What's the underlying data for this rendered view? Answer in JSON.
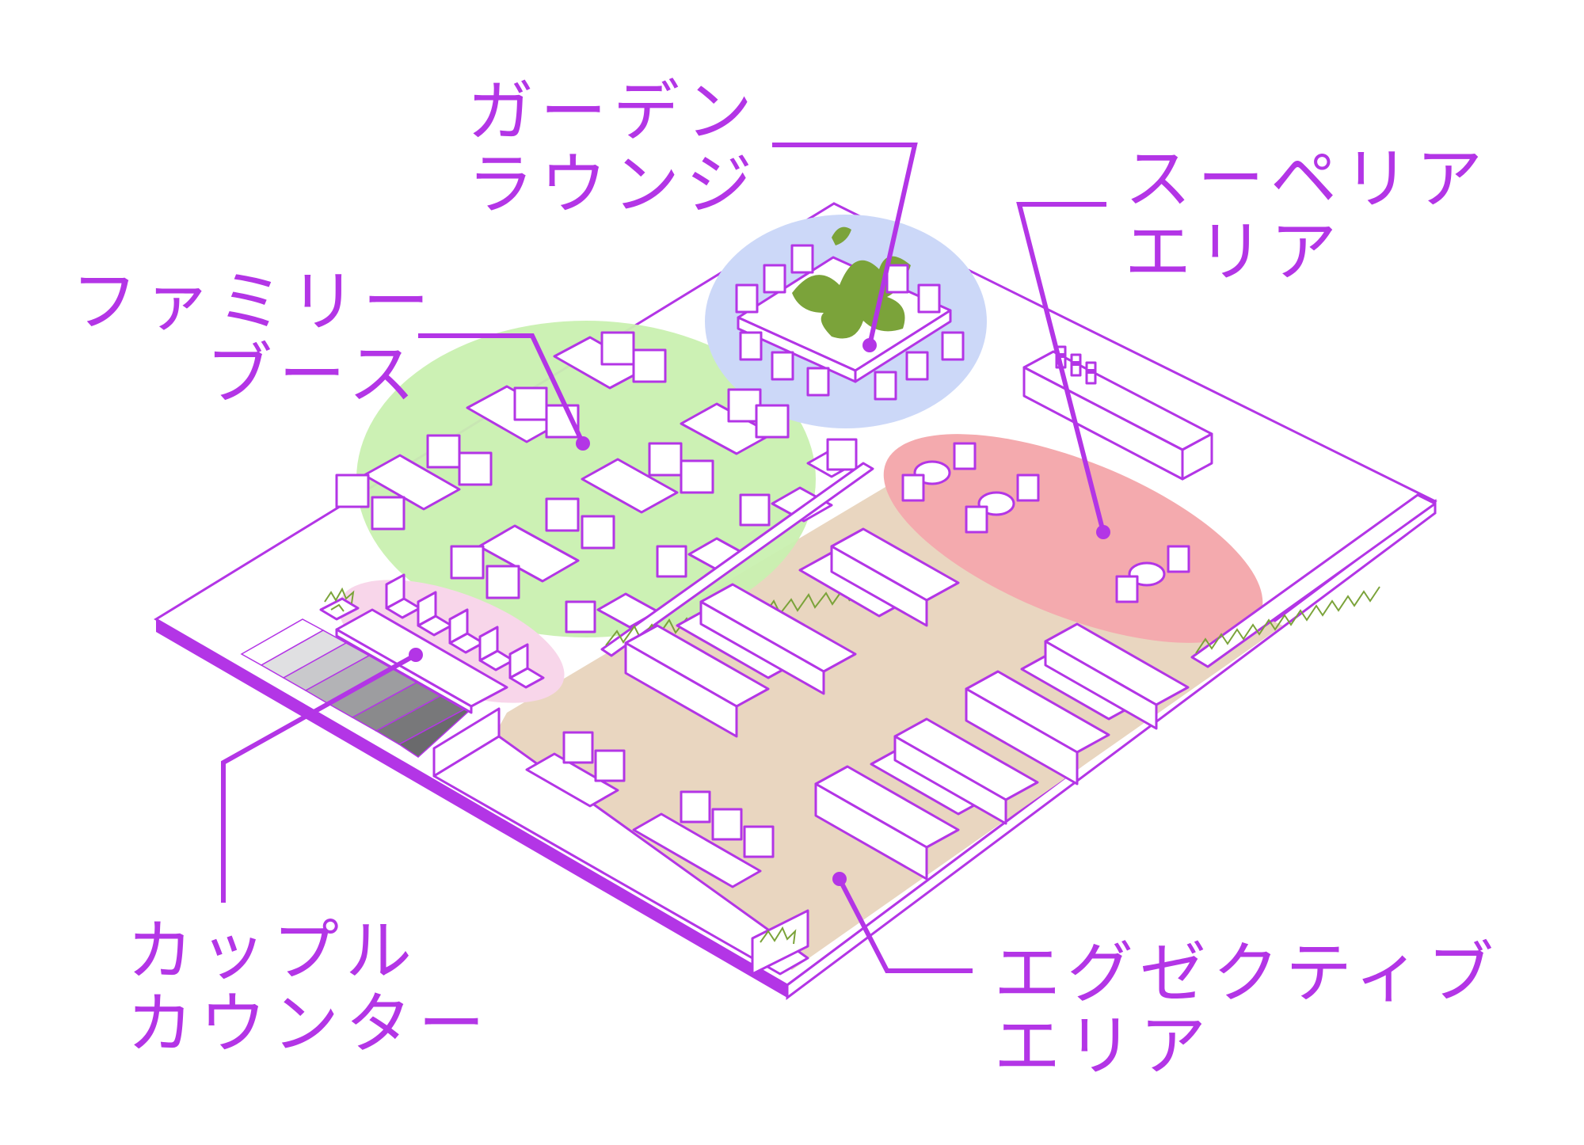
{
  "diagram": {
    "type": "isometric-floor-plan",
    "accent_color": "#b335e6",
    "floor_color": "#e9d6c0",
    "zones": [
      {
        "id": "garden-lounge",
        "label_lines": [
          "ガーデン",
          "ラウンジ"
        ],
        "color": "#ccd8f8"
      },
      {
        "id": "superior-area",
        "label_lines": [
          "スーペリア",
          "エリア"
        ],
        "color": "#f4aaae"
      },
      {
        "id": "family-booth",
        "label_lines": [
          "ファミリー",
          "ブース"
        ],
        "color": "#c9f0b0"
      },
      {
        "id": "couple-counter",
        "label_lines": [
          "カップル",
          "カウンター"
        ],
        "color": "#f8d6ea"
      },
      {
        "id": "executive-area",
        "label_lines": [
          "エグゼクティブ",
          "エリア"
        ],
        "color": "#e9d6c0"
      }
    ],
    "fixtures": {
      "bar_bottles": 3,
      "entrance_steps": 7
    }
  }
}
